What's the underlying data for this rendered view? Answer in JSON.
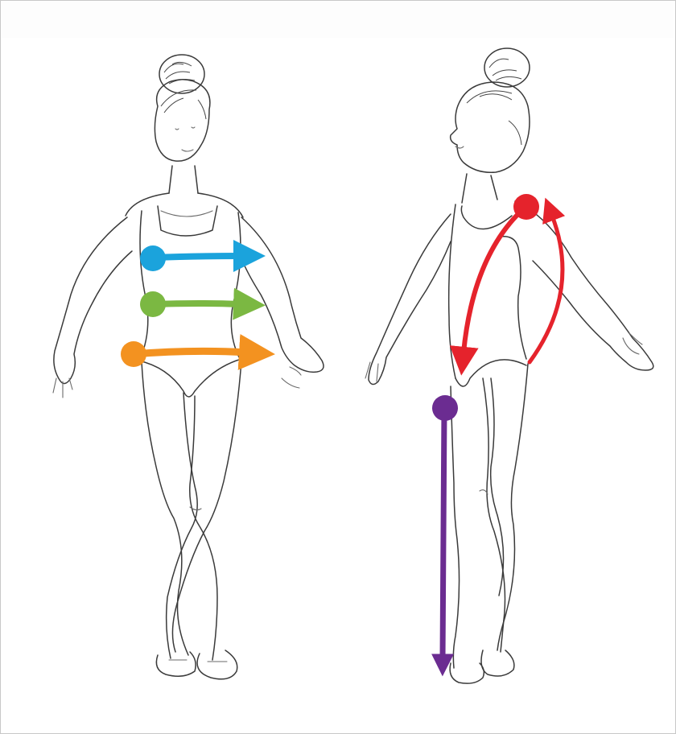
{
  "figure": {
    "views": [
      "front",
      "side"
    ],
    "measurements": [
      {
        "name": "chest",
        "view": "front",
        "color": "#1BA3DC",
        "style": "horizontal-arrow"
      },
      {
        "name": "waist",
        "view": "front",
        "color": "#7BB842",
        "style": "horizontal-arrow"
      },
      {
        "name": "hip",
        "view": "front",
        "color": "#F39220",
        "style": "horizontal-arrow"
      },
      {
        "name": "girth",
        "view": "side",
        "color": "#E5232C",
        "style": "loop-arrow"
      },
      {
        "name": "inseam",
        "view": "side",
        "color": "#6B2C91",
        "style": "vertical-arrow"
      }
    ]
  },
  "colors": {
    "frame_border": "#c8c8c8",
    "sketch_line": "#3a3a3a",
    "background": "#ffffff"
  }
}
